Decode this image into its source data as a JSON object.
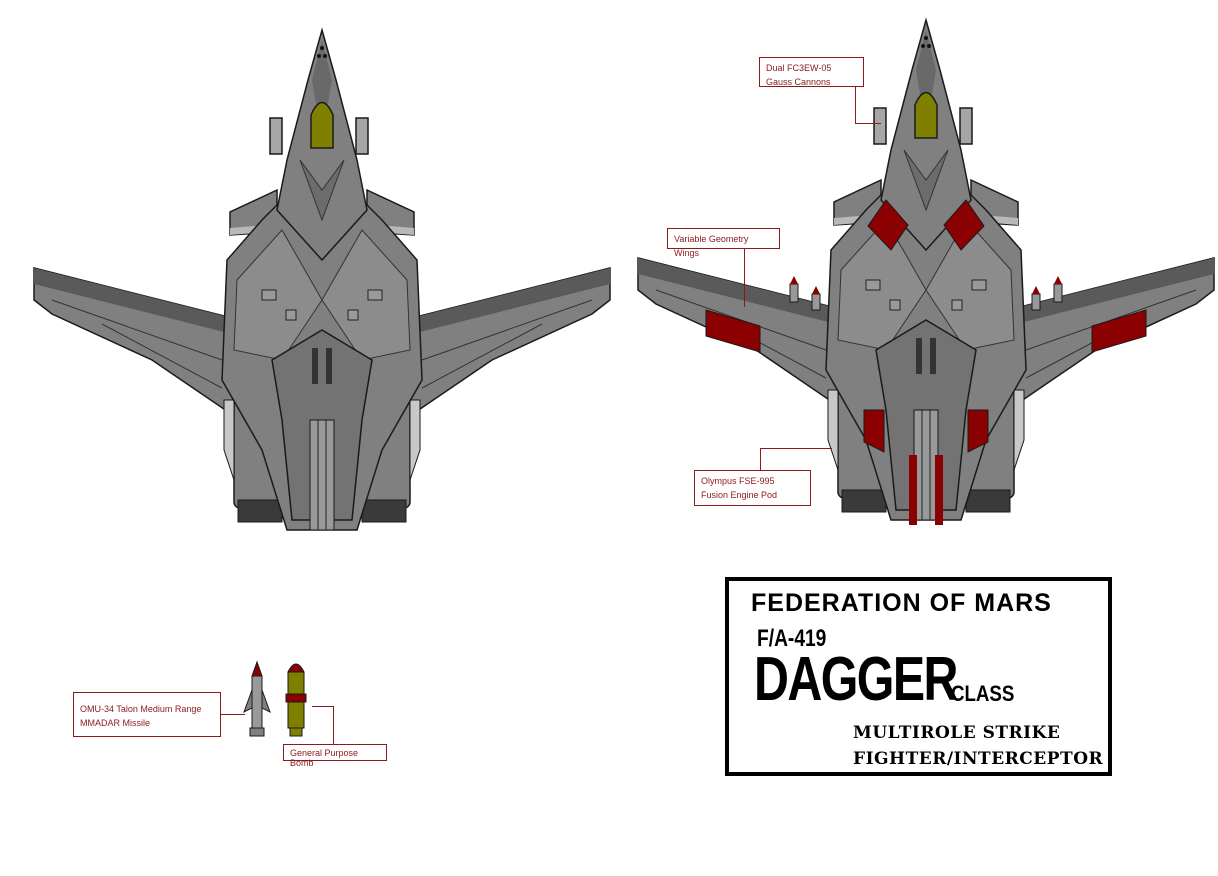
{
  "colors": {
    "hull": "#808080",
    "hull_light": "#a6a6a6",
    "hull_dark": "#555555",
    "outline": "#1a1a1a",
    "canopy": "#808000",
    "marking": "#8b0000",
    "callout": "#8b1a1a"
  },
  "callouts": {
    "cannons": "Dual FC3EW-05 Gauss Cannons",
    "wings": "Variable Geometry Wings",
    "engine": "Olympus FSE-995 Fusion Engine Pod",
    "missile": "OMU-34 Talon Medium Range MMADAR Missile",
    "bomb": "General Purpose Bomb"
  },
  "title_block": {
    "faction": "FEDERATION OF MARS",
    "designation": "F/A-419",
    "class_name": "DAGGER",
    "class_suffix": "CLASS",
    "role_line1": "MULTIROLE STRIKE",
    "role_line2": "FIGHTER/INTERCEPTOR"
  }
}
